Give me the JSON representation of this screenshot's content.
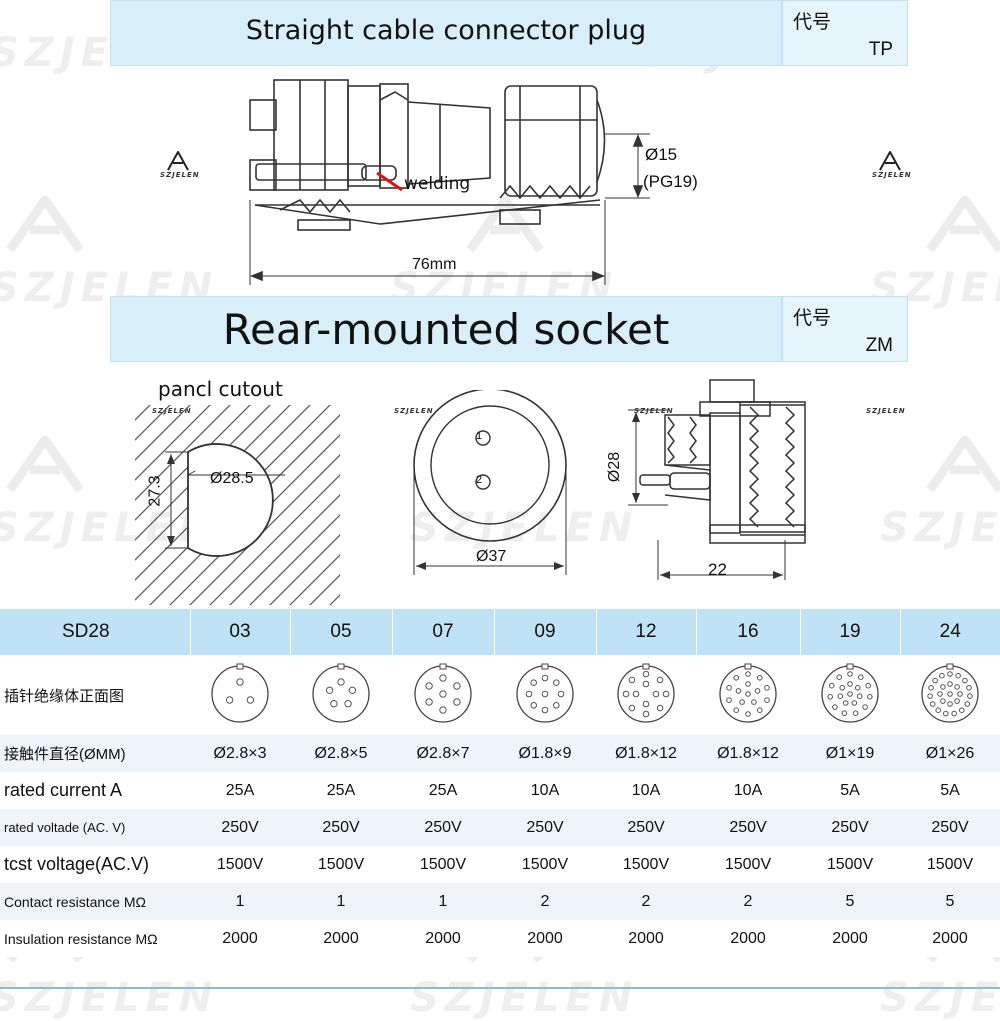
{
  "plug": {
    "title": "Straight cable connector plug",
    "code_label": "代号",
    "code_value": "TP",
    "welding_label": "welding",
    "diameter_label": "Ø15",
    "pg_label": "(PG19)",
    "length_label": "76mm"
  },
  "socket": {
    "title": "Rear-mounted socket",
    "code_label": "代号",
    "code_value": "ZM",
    "cutout_label": "pancl cutout",
    "cutout_diameter": "Ø28.5",
    "cutout_height": "27.3",
    "front_diameter": "Ø37",
    "pin1": "1",
    "pin2": "2",
    "side_height": "Ø28",
    "side_length": "22"
  },
  "watermark": {
    "brand": "SZJELEN"
  },
  "spec_table": {
    "model": "SD28",
    "columns": [
      "03",
      "05",
      "07",
      "09",
      "12",
      "16",
      "19",
      "24"
    ],
    "pin_counts": [
      3,
      5,
      7,
      9,
      12,
      16,
      19,
      24
    ],
    "rows": [
      {
        "label": "插针绝缘体正面图",
        "values": []
      },
      {
        "label": "接触件直径(ØMM)",
        "values": [
          "Ø2.8×3",
          "Ø2.8×5",
          "Ø2.8×7",
          "Ø1.8×9",
          "Ø1.8×12",
          "Ø1.8×12",
          "Ø1×19",
          "Ø1×26"
        ]
      },
      {
        "label": "rated current A",
        "values": [
          "25A",
          "25A",
          "25A",
          "10A",
          "10A",
          "10A",
          "5A",
          "5A"
        ]
      },
      {
        "label": "rated voltade (AC. V)",
        "values": [
          "250V",
          "250V",
          "250V",
          "250V",
          "250V",
          "250V",
          "250V",
          "250V"
        ]
      },
      {
        "label": "tcst voltage(AC.V)",
        "values": [
          "1500V",
          "1500V",
          "1500V",
          "1500V",
          "1500V",
          "1500V",
          "1500V",
          "1500V"
        ]
      },
      {
        "label": "Contact resistance  MΩ",
        "values": [
          "1",
          "1",
          "1",
          "2",
          "2",
          "2",
          "5",
          "5"
        ]
      },
      {
        "label": "Insulation resistance MΩ",
        "values": [
          "2000",
          "2000",
          "2000",
          "2000",
          "2000",
          "2000",
          "2000",
          "2000"
        ]
      }
    ]
  },
  "colors": {
    "band": "#d8eef9",
    "header": "#bfe2f6",
    "stripe": "#eef4f8",
    "weld_arrow": "#d0161b"
  }
}
